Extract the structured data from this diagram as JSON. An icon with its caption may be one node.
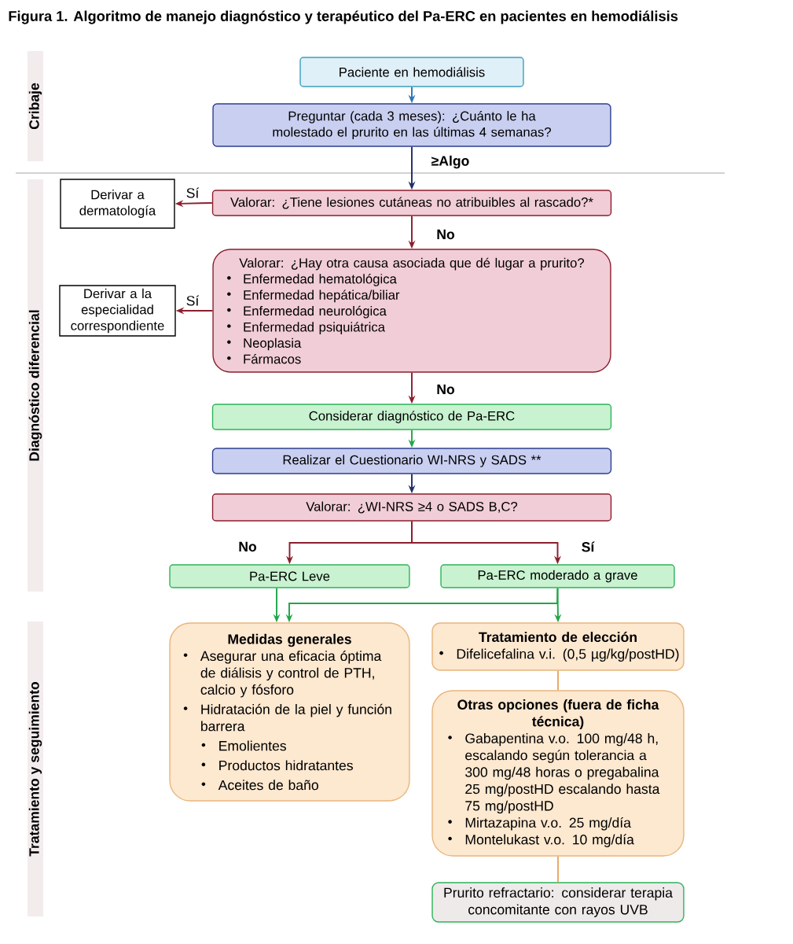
{
  "diagram": {
    "title": "Figura 1. Algoritmo de manejo diagnóstico y terapéutico del Pa-ERC en pacientes en hemodiálisis",
    "nodes": [
      {
        "text": [
          "Cribaje"
        ]
      },
      {
        "text": [
          "Paciente en hemodiálisis"
        ]
      },
      {
        "text": [
          "Preguntar (cada 3 meses): ¿Cuánto le ha molestado el prurito en las últimas 4 semanas?"
        ]
      },
      {
        "text": [
          "Diagnóstico diferencial"
        ]
      },
      {
        "text": [
          "Derivar a dermatología"
        ]
      },
      {
        "text": [
          "Valorar: ¿Tiene lesiones cutáneas no atribuibles al rascado?*"
        ]
      },
      {
        "text": [
          "Derivar a la especialidad correspondiente"
        ]
      },
      {
        "text": [
          "Valorar: ¿Hay otra causa asociada que dé lugar a prurito?",
          "Enfermedad hematológica",
          "Enfermedad hepática/biliar",
          "Enfermedad neurológica",
          "Enfermedad psiquiátrica",
          "Neoplasia",
          "Fármacos"
        ]
      },
      {
        "text": [
          "Considerar diagnóstico de Pa-ERC"
        ]
      },
      {
        "text": [
          "Realizar el Cuestionario WI-NRS  y SADS **"
        ]
      },
      {
        "text": [
          "Valorar: ¿WI-NRS  ≥4 o SADS B,C?"
        ]
      },
      {
        "text": [
          "Pa-ERC Leve"
        ]
      },
      {
        "text": [
          "Pa-ERC moderado a grave"
        ]
      },
      {
        "text": [
          "Tratamiento y seguimiento"
        ]
      },
      {
        "text": [
          "Medidas generales",
          "Asegurar una eficacia óptima de diálisis y control de PTH, calcio y fósforo",
          "Hidratación de la piel y función barrera",
          "Emolientes",
          "Productos hidratantes",
          "Aceites de baño"
        ]
      },
      {
        "text": [
          "Tratamiento de elección",
          "Difelicefalina v.i. (0,5 µg/kg/postHD)"
        ]
      },
      {
        "text": [
          "Otras opciones (fuera de ficha técnica)",
          "Gabapentina v.o. 100 mg/48 h, escalando según tolerancia a 300 mg/48 horas o pregabalina 25 mg/postHD escalando hasta 75 mg/postHD",
          "Mirtazapina v.o. 25 mg/día",
          "Montelukast v.o. 10 mg/día"
        ]
      },
      {
        "text": [
          "Prurito refractario: considerar terapia concomitante con rayos UVB"
        ]
      }
    ],
    "edges": [
      {
        "from": 1,
        "to": 2,
        "arrow": "to",
        "color": "#2e75b6"
      },
      {
        "from": 2,
        "to": 5,
        "arrow": "to",
        "label": "≥Algo",
        "color": "#1f3068"
      },
      {
        "from": 5,
        "to": 4,
        "arrow": "to",
        "label": "Sí"
      },
      {
        "from": 5,
        "to": 7,
        "arrow": "to",
        "label": "No"
      },
      {
        "from": 7,
        "to": 6,
        "arrow": "to",
        "label": "Sí"
      },
      {
        "from": 7,
        "to": 8,
        "arrow": "to",
        "label": "No"
      },
      {
        "from": 8,
        "to": 9,
        "arrow": "to",
        "color": "#22a64a"
      },
      {
        "from": 9,
        "to": 10,
        "arrow": "to",
        "color": "#1f3068"
      },
      {
        "from": 10,
        "to": 11,
        "arrow": "to",
        "label": "No"
      },
      {
        "from": 10,
        "to": 12,
        "arrow": "to",
        "label": "Sí"
      },
      {
        "from": 11,
        "to": 14,
        "arrow": "to",
        "color": "#22a64a"
      },
      {
        "from": 12,
        "to": 14,
        "arrow": "to",
        "color": "#22a64a"
      },
      {
        "from": 12,
        "to": 15,
        "arrow": "to",
        "color": "#22a64a"
      },
      {
        "from": 15,
        "to": 16,
        "arrow": "none",
        "color": "#e8a864"
      },
      {
        "from": 16,
        "to": 17,
        "arrow": "none",
        "color": "#e8a864"
      }
    ]
  }
}
